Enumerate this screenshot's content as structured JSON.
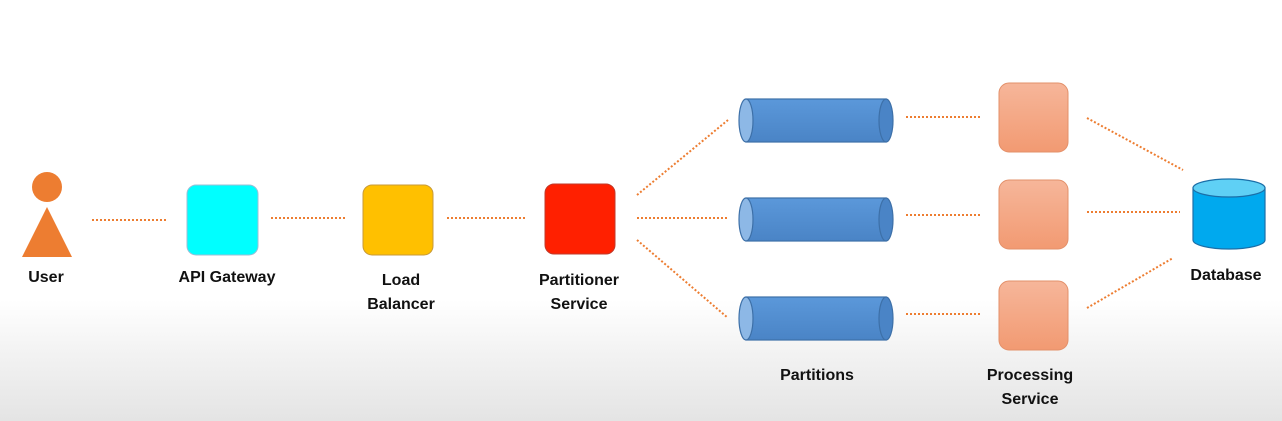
{
  "colors": {
    "user": "#ED7D31",
    "api_gateway": "#00FFFF",
    "load_balancer": "#FFC000",
    "partitioner": "#FF2000",
    "partition": "#4F8DD0",
    "processing": "#F4A47E",
    "database": "#00A9EE",
    "connector": "#ED7D31"
  },
  "icons": {
    "user": "user-icon",
    "database": "database-icon"
  },
  "nodes": {
    "user": "User",
    "api_gateway": "API Gateway",
    "load_balancer": {
      "line1": "Load",
      "line2": "Balancer"
    },
    "partitioner_service": {
      "line1": "Partitioner",
      "line2": "Service"
    },
    "partitions": "Partitions",
    "processing_service": {
      "line1": "Processing",
      "line2": "Service"
    },
    "database": "Database"
  }
}
